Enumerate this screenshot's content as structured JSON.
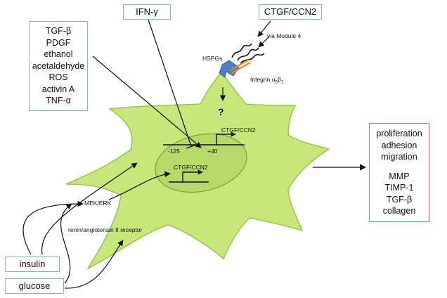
{
  "boxes": {
    "ifn": "IFN-γ",
    "ctgf_top": "CTGF/CCN2",
    "stimuli": [
      "TGF-β",
      "PDGF",
      "ethanol",
      "acetaldehyde",
      "ROS",
      "activin A",
      "TNF-α"
    ],
    "outcomes_a": [
      "proliferation",
      "adhesion",
      "migration"
    ],
    "outcomes_b": [
      "MMP",
      "TIMP-1",
      "TGF-β",
      "collagen"
    ],
    "insulin": "insulin",
    "glucose": "glucose"
  },
  "labels": {
    "via_module": "via Module 4",
    "hspgs": "HSPGs",
    "integrin": "Integrin α",
    "integrin_sub1": "5",
    "integrin_beta": "β",
    "integrin_sub2": "1",
    "question": "?",
    "gene_upper": "CTGF/CCN2",
    "gene_lower": "CTGF/CCN2",
    "pos_minus": "-125",
    "pos_plus": "+40",
    "mek_erk": "MEK/ERK",
    "receptor": "renin/angiotensin II receptor"
  },
  "colors": {
    "cell_fill": "#c6e87a",
    "cell_stroke": "#9cc24c",
    "nucleus_fill": "#b6da6a",
    "nucleus_stroke": "#7ea23a",
    "box_blue": "#7fb7cf",
    "box_red": "#c9707a",
    "hspg_blue": "#4f7fc0",
    "integrin_orange": "#e08a2a"
  }
}
